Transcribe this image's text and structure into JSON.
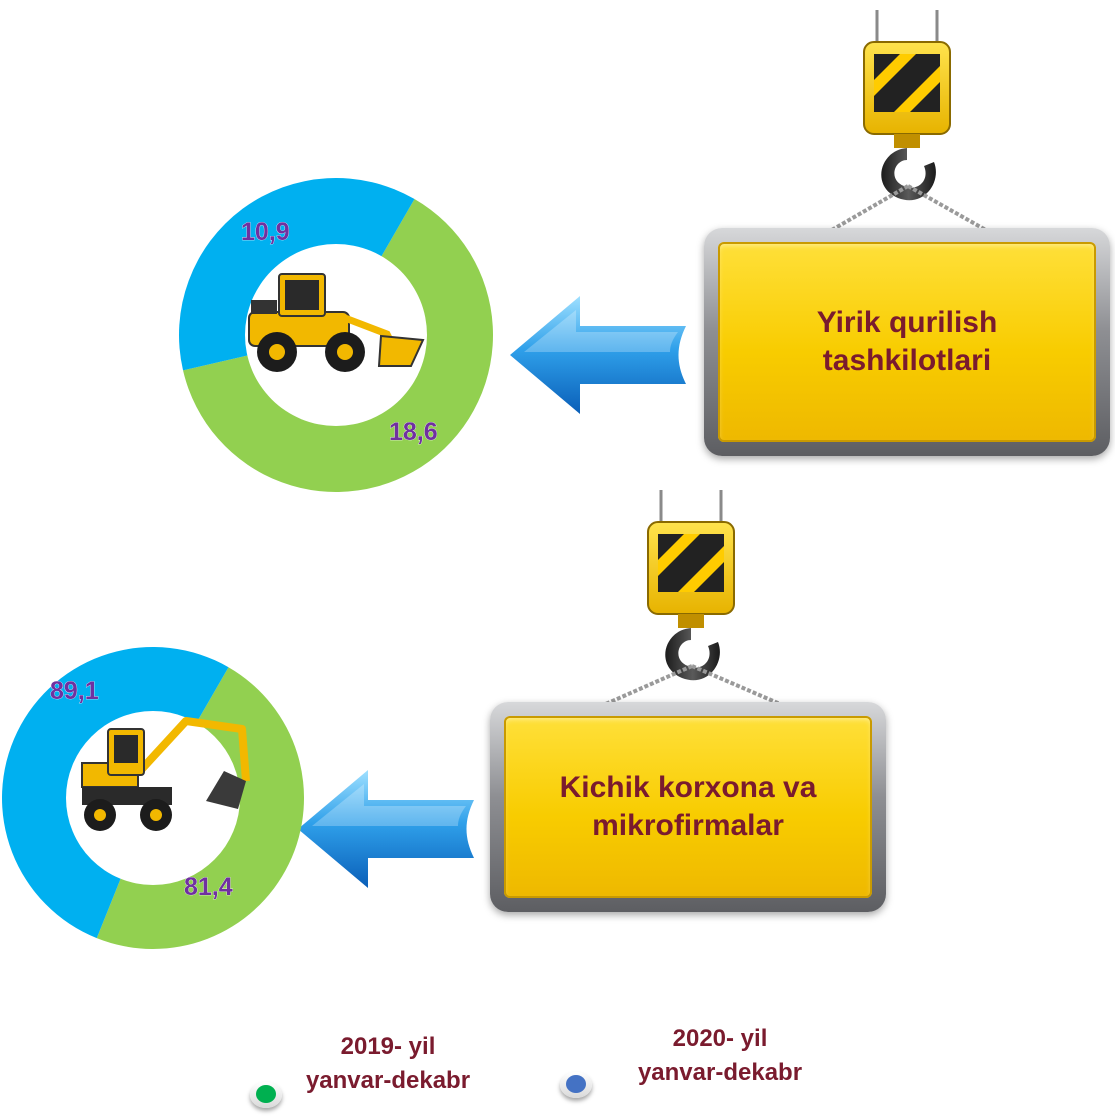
{
  "colors": {
    "period_2019": "#92d050",
    "period_2020": "#00b0f0",
    "value_label": "#7030a0",
    "sign_text": "#7a1b2e",
    "legend_dot_2019": "#00b050",
    "legend_dot_2020": "#4472c4"
  },
  "signs": {
    "large": {
      "line1": "Yirik qurilish",
      "line2": "tashkilotlari"
    },
    "small": {
      "line1": "Kichik korxona va",
      "line2": "mikrofirmalar"
    }
  },
  "chart_data": [
    {
      "type": "pie",
      "variant": "donut",
      "series": [
        {
          "name": "2019- yil yanvar-dekabr",
          "value": 18.6,
          "label": "18,6",
          "color": "#92d050"
        },
        {
          "name": "2020- yil yanvar-dekabr",
          "value": 10.9,
          "label": "10,9",
          "color": "#00b0f0"
        }
      ],
      "icon": "wheel-loader-icon"
    },
    {
      "type": "pie",
      "variant": "donut",
      "series": [
        {
          "name": "2019- yil yanvar-dekabr",
          "value": 81.4,
          "label": "81,4",
          "color": "#92d050"
        },
        {
          "name": "2020- yil yanvar-dekabr",
          "value": 89.1,
          "label": "89,1",
          "color": "#00b0f0"
        }
      ],
      "icon": "excavator-icon"
    }
  ],
  "legend": [
    {
      "line1": "2019- yil",
      "line2": "yanvar-dekabr",
      "dot_color": "#00b050"
    },
    {
      "line1": "2020- yil",
      "line2": "yanvar-dekabr",
      "dot_color": "#4472c4"
    }
  ]
}
